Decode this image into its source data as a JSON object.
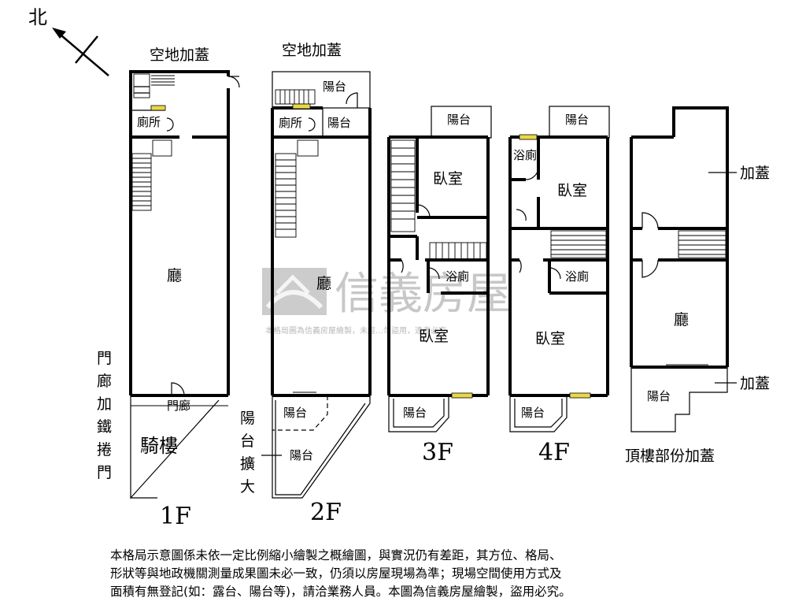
{
  "compass": {
    "label": "北"
  },
  "floors": {
    "f1": {
      "label": "1F",
      "rooms": {
        "top_extension": "空地加蓋",
        "toilet": "廁所",
        "hall": "廳",
        "porch": "門廊",
        "arcade": "騎樓"
      },
      "side_note": [
        "門",
        "廊",
        "加",
        "鐵",
        "捲",
        "門"
      ]
    },
    "f2": {
      "label": "2F",
      "rooms": {
        "top_extension": "空地加蓋",
        "balcony_top": "陽台",
        "toilet": "廁所",
        "balcony_mid": "陽台",
        "hall": "廳",
        "balcony_front": "陽台",
        "balcony_enlarged": "陽台"
      },
      "side_note": [
        "陽",
        "台",
        "擴",
        "大"
      ]
    },
    "f3": {
      "label": "3F",
      "rooms": {
        "balcony_back": "陽台",
        "bedroom_back": "臥室",
        "bathroom": "浴廁",
        "bedroom_front": "臥室",
        "balcony_front": "陽台"
      }
    },
    "f4": {
      "label": "4F",
      "rooms": {
        "balcony_back": "陽台",
        "bathroom_back": "浴廁",
        "bedroom_back": "臥室",
        "bathroom_front": "浴廁",
        "bedroom_front": "臥室",
        "balcony_front": "陽台"
      }
    },
    "roof": {
      "label": "頂樓部份加蓋",
      "rooms": {
        "hall": "廳",
        "balcony": "陽台"
      },
      "callouts": {
        "top": "加蓋",
        "bottom": "加蓋"
      }
    }
  },
  "watermark": {
    "brand": "信義房屋",
    "notice": "本格局圖為信義房屋繪製，未經…勿盜用，違者必究"
  },
  "disclaimer": {
    "lines": [
      "本格局示意圖係未依一定比例縮小繪製之概繪圖，與實況仍有差距，其方位、格局、",
      "形狀等與地政機關測量成果圖未必一致，仍須以房屋現場為準；現場空間使用方式及",
      "面積有無登記(如：露台、陽台等)，請洽業務人員。本圖為信義房屋繪製，盜用必究。"
    ]
  }
}
